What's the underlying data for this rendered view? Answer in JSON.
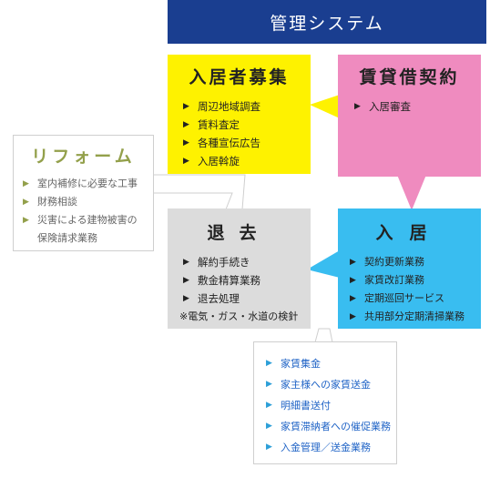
{
  "header": {
    "title": "管理システム"
  },
  "recruit": {
    "title": "入居者募集",
    "items": [
      "周辺地域調査",
      "賃料査定",
      "各種宣伝広告",
      "入居斡旋"
    ]
  },
  "contract": {
    "title": "賃貸借契約",
    "items": [
      "入居審査"
    ]
  },
  "reform": {
    "title": "リフォーム",
    "items": [
      "室内補修に必要な工事",
      "財務相談",
      "災害による建物被害の",
      "保険請求業務"
    ]
  },
  "vacate": {
    "title": "退去",
    "items": [
      "解約手続き",
      "敷金精算業務",
      "退去処理"
    ],
    "note": "※電気・ガス・水道の検針"
  },
  "occupy": {
    "title": "入居",
    "items": [
      "契約更新業務",
      "家賃改訂業務",
      "定期巡回サービス",
      "共用部分定期清掃業務"
    ]
  },
  "collect": {
    "items": [
      "家賃集金",
      "家主様への家賃送金",
      "明細書送付",
      "家賃滞納者への催促業務",
      "入金管理／送金業務"
    ]
  },
  "colors": {
    "header": "#1a3e90",
    "recruit": "#fef200",
    "contract": "#ef8bbf",
    "vacate": "#dcdcdc",
    "occupy": "#39bdf0",
    "reform_accent": "#93a04b",
    "collect_text": "#1f63c6"
  }
}
